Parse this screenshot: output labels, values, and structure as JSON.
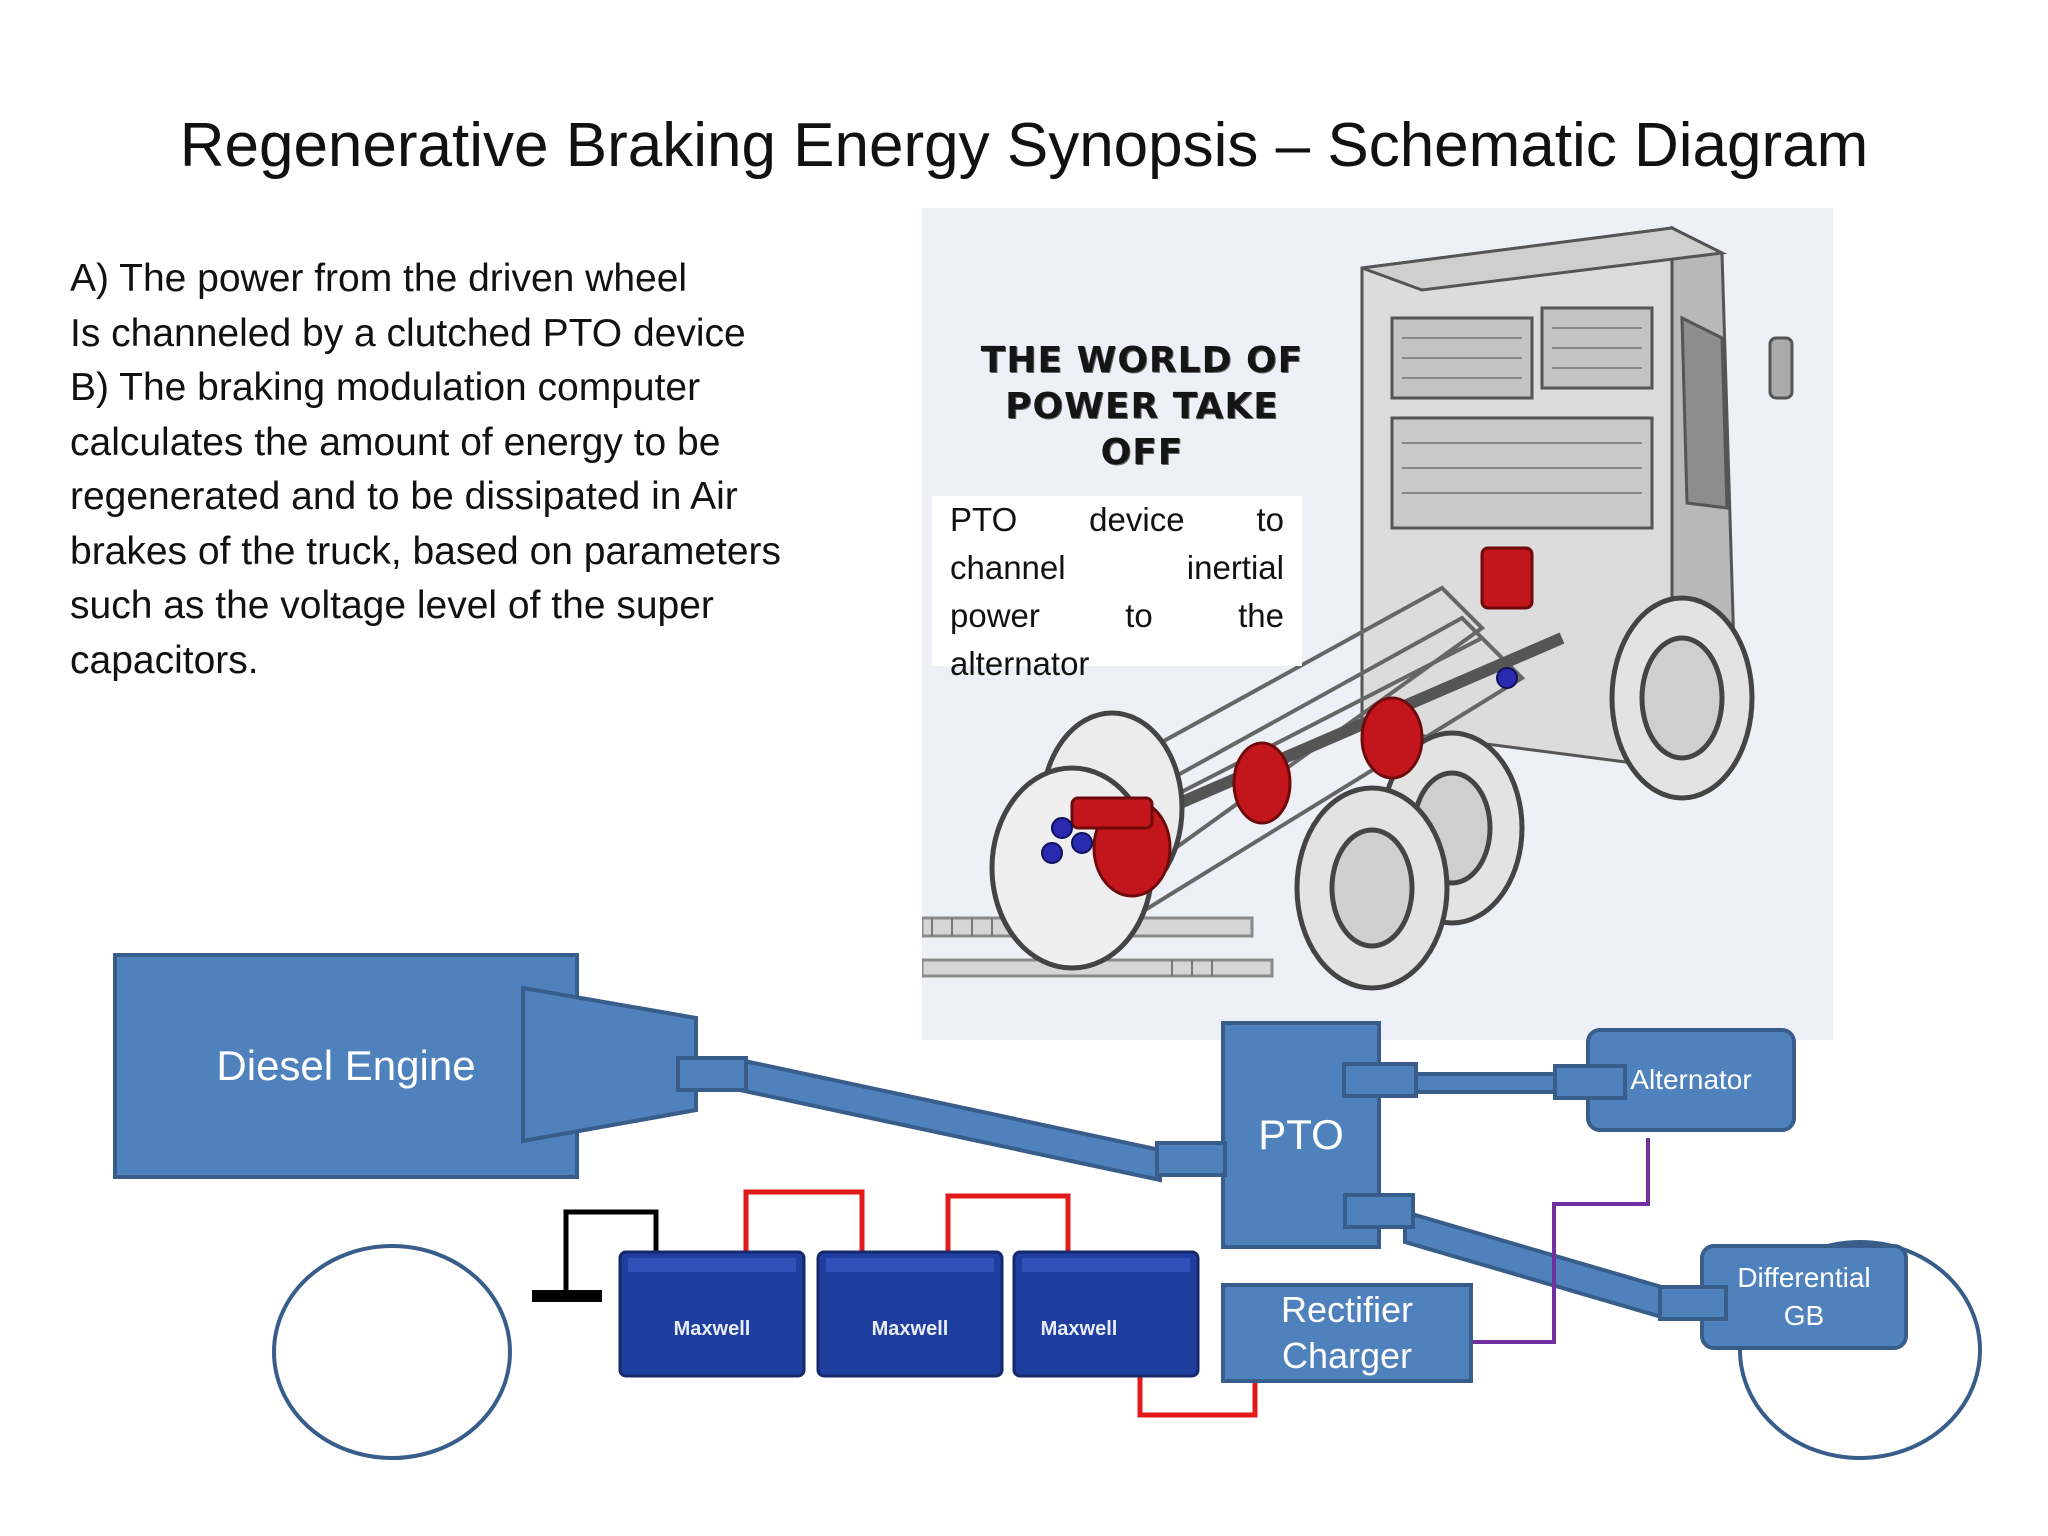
{
  "slide": {
    "title": "Regenerative Braking Energy Synopsis – Schematic Diagram"
  },
  "description": {
    "lines": [
      "A) The power from the driven wheel",
      "Is channeled by a clutched PTO device",
      "B) The braking modulation computer",
      "calculates the amount of energy to be",
      "regenerated and to be dissipated in Air",
      "brakes of the truck, based on parameters",
      "such as the voltage level of the super",
      "capacitors."
    ]
  },
  "photo": {
    "title_line1": "THE WORLD OF",
    "title_line2": "POWER TAKE OFF",
    "callout": {
      "l1a": "PTO",
      "l1b": "device",
      "l1c": "to",
      "l2a": "channel",
      "l2b": "inertial",
      "l3a": "power",
      "l3b": "to",
      "l3c": "the",
      "l4a": "alternator"
    }
  },
  "diagram": {
    "diesel_engine": "Diesel Engine",
    "pto": "PTO",
    "alternator": "Alternator",
    "differential_line1": "Differential",
    "differential_line2": "GB",
    "rectifier_line1": "Rectifier",
    "rectifier_line2": "Charger",
    "capacitor_brand": "Maxwell",
    "colors": {
      "box_fill": "#4f81bd",
      "box_border": "#385d8a",
      "positive_wire": "#e31a1a",
      "ground_wire": "#000000",
      "signal_wire": "#7030a0",
      "capacitor": "#1f3fa0"
    }
  }
}
